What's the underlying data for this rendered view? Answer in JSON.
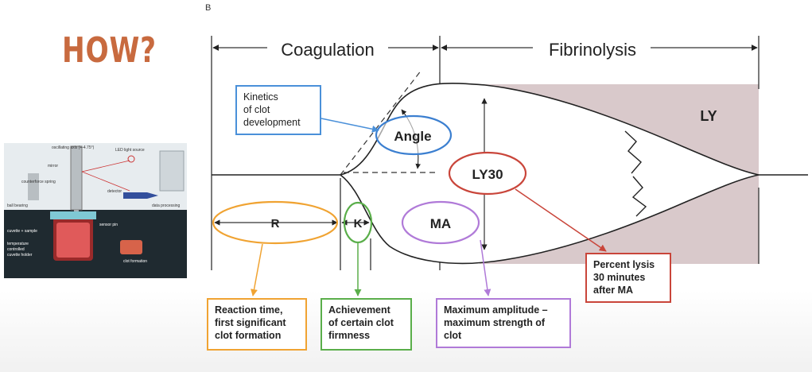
{
  "slide": {
    "heading": "HOW?",
    "panel_label": "B"
  },
  "diagram": {
    "sections": {
      "coagulation": "Coagulation",
      "fibrinolysis": "Fibrinolysis"
    },
    "parameters": {
      "r": "R",
      "k": "K",
      "angle": "Angle",
      "ma": "MA",
      "ly30": "LY30",
      "ly": "LY"
    },
    "boxes": {
      "kinetics": [
        "Kinetics",
        "of clot",
        "development"
      ],
      "reaction_time": [
        "Reaction time,",
        "first significant",
        "clot formation"
      ],
      "achievement": [
        "Achievement",
        "of certain clot",
        "firmness"
      ],
      "max_amplitude": [
        "Maximum amplitude –",
        "maximum strength of",
        "clot"
      ],
      "percent_lysis": [
        "Percent lysis",
        "30 minutes",
        "after MA"
      ]
    },
    "colors": {
      "kinetics": "#4a90d9",
      "angle": "#3b7fd0",
      "r": "#f0a332",
      "k": "#5aae4a",
      "ma": "#b07ad8",
      "ly30": "#c9453a",
      "ly_shading": "#d9c9cb",
      "heading": "#c86a3f"
    }
  },
  "instrument": {
    "labels": {
      "oscillating_axis": "oscillating axis (+-4.75°)",
      "led": "LED light source",
      "mirror": "mirror",
      "spring": "counterforce spring",
      "detector": "detector",
      "ball_bearing": "ball bearing",
      "data_processing": "data processing",
      "sensor_pin": "sensor pin",
      "cuvette_sample": "cuvette + sample",
      "temperature": "temperature",
      "controlled": "controlled",
      "cuvette_holder": "cuvette holder",
      "clot_formation": "clot formation"
    }
  }
}
